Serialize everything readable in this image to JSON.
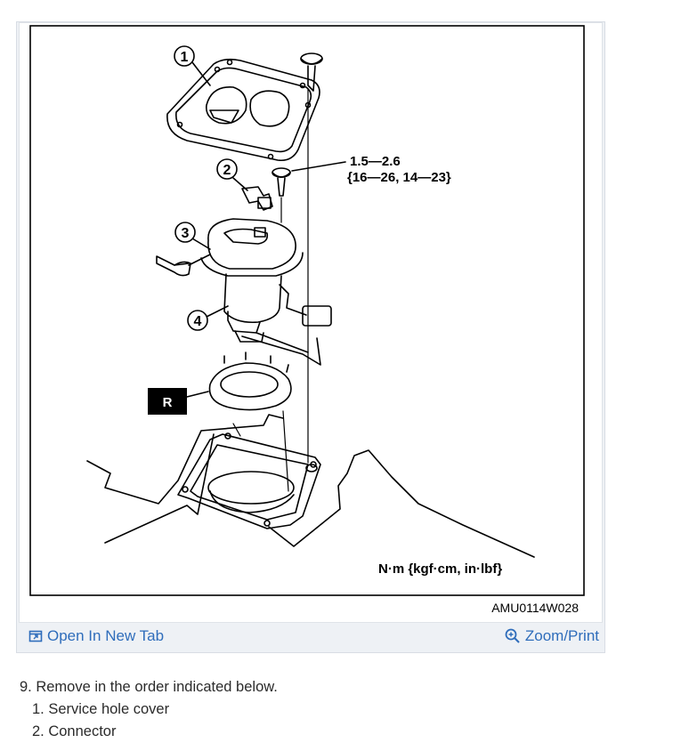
{
  "figure": {
    "torque_line1": "1.5—2.6",
    "torque_line2": "{16—26, 14—23}",
    "units": "N·m {kgf·cm, in·lbf}",
    "figure_code": "AMU0114W028",
    "callouts": [
      "1",
      "2",
      "3",
      "4"
    ],
    "r_mark": "R"
  },
  "toolbar": {
    "open_new_tab": "Open In New Tab",
    "zoom_print": "Zoom/Print"
  },
  "instructions": {
    "step": "9. Remove in the order indicated below.",
    "items": [
      "1. Service hole cover",
      "2. Connector"
    ]
  }
}
